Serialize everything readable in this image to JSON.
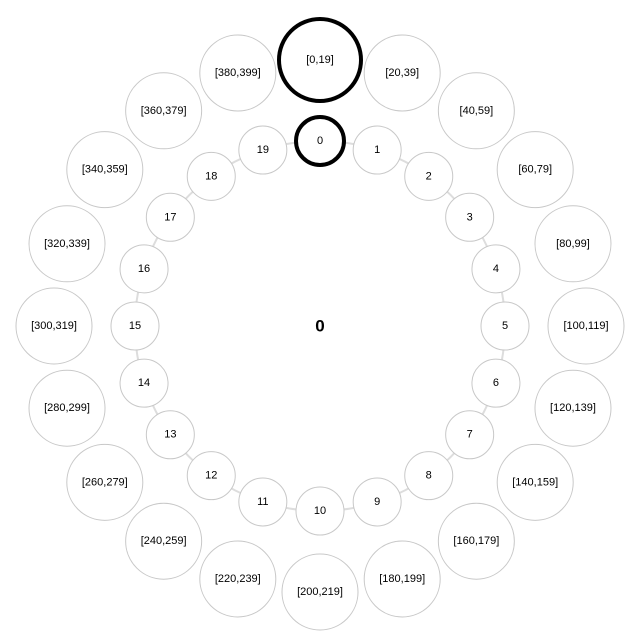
{
  "center_label": "0",
  "selected_inner": "0",
  "selected_outer": "[0,19]",
  "inner_items": [
    "0",
    "1",
    "2",
    "3",
    "4",
    "5",
    "6",
    "7",
    "8",
    "9",
    "10",
    "11",
    "12",
    "13",
    "14",
    "15",
    "16",
    "17",
    "18",
    "19"
  ],
  "outer_items": [
    "[0,19]",
    "[20,39]",
    "[40,59]",
    "[60,79]",
    "[80,99]",
    "[100,119]",
    "[120,139]",
    "[140,159]",
    "[160,179]",
    "[180,199]",
    "[200,219]",
    "[220,239]",
    "[240,259]",
    "[260,279]",
    "[280,299]",
    "[300,319]",
    "[320,339]",
    "[340,359]",
    "[360,379]",
    "[380,399]"
  ]
}
